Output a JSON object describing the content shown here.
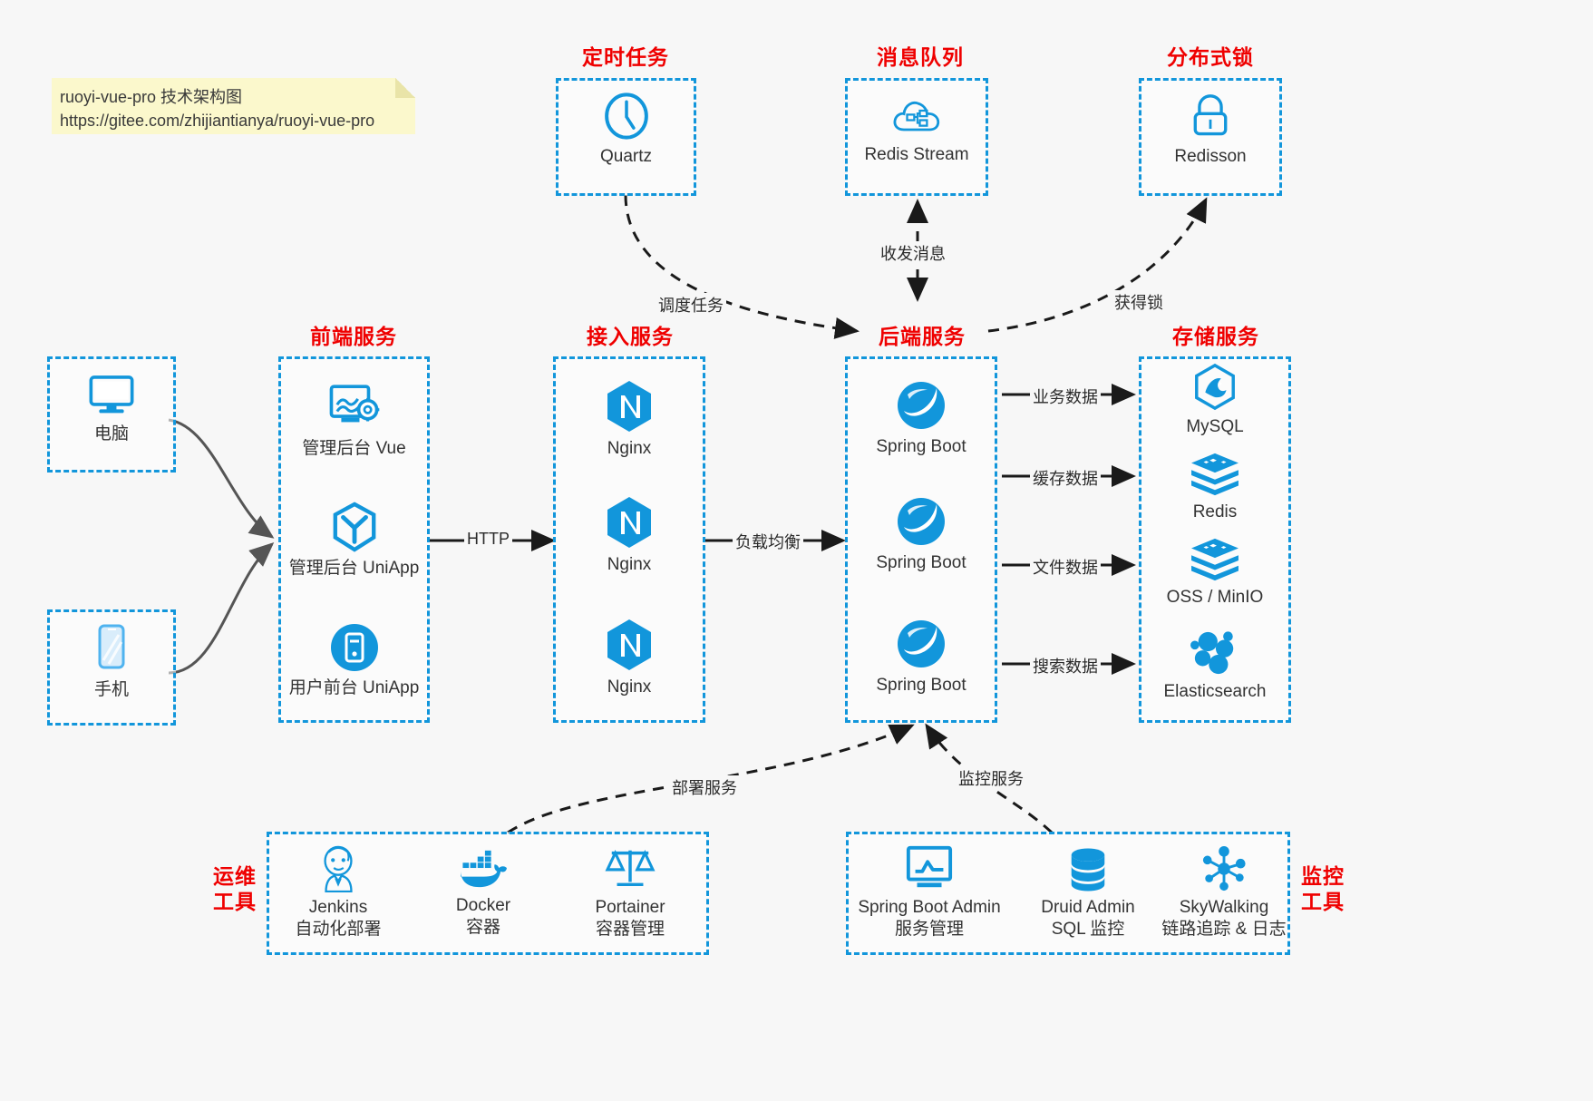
{
  "note": {
    "line1": "ruoyi-vue-pro 技术架构图",
    "line2": "https://gitee.com/zhijiantianya/ruoyi-vue-pro"
  },
  "colors": {
    "accent_blue": "#1296db",
    "title_red": "#ef0000",
    "background": "#f7f7f7",
    "note_yellow": "#fbf8cc",
    "arrow_gray": "#555555",
    "arrow_black": "#1a1a1a"
  },
  "groups": {
    "scheduled_task": {
      "title": "定时任务",
      "nodes": [
        {
          "label": "Quartz",
          "icon": "clock-icon"
        }
      ]
    },
    "message_queue": {
      "title": "消息队列",
      "nodes": [
        {
          "label": "Redis Stream",
          "icon": "cloud-queue-icon"
        }
      ]
    },
    "distributed_lock": {
      "title": "分布式锁",
      "nodes": [
        {
          "label": "Redisson",
          "icon": "lock-icon"
        }
      ]
    },
    "clients": {
      "nodes": [
        {
          "label": "电脑",
          "icon": "desktop-computer-icon"
        },
        {
          "label": "手机",
          "icon": "mobile-phone-icon"
        }
      ]
    },
    "frontend": {
      "title": "前端服务",
      "nodes": [
        {
          "label": "管理后台 Vue",
          "icon": "dashboard-gear-icon"
        },
        {
          "label": "管理后台 UniApp",
          "icon": "hexagon-cube-icon"
        },
        {
          "label": "用户前台 UniApp",
          "icon": "app-circle-icon"
        }
      ]
    },
    "gateway": {
      "title": "接入服务",
      "nodes": [
        {
          "label": "Nginx",
          "icon": "nginx-icon"
        },
        {
          "label": "Nginx",
          "icon": "nginx-icon"
        },
        {
          "label": "Nginx",
          "icon": "nginx-icon"
        }
      ]
    },
    "backend": {
      "title": "后端服务",
      "nodes": [
        {
          "label": "Spring Boot",
          "icon": "spring-boot-icon"
        },
        {
          "label": "Spring Boot",
          "icon": "spring-boot-icon"
        },
        {
          "label": "Spring Boot",
          "icon": "spring-boot-icon"
        }
      ]
    },
    "storage": {
      "title": "存储服务",
      "nodes": [
        {
          "label": "MySQL",
          "icon": "mysql-icon"
        },
        {
          "label": "Redis",
          "icon": "redis-icon"
        },
        {
          "label": "OSS / MinIO",
          "icon": "oss-minio-icon"
        },
        {
          "label": "Elasticsearch",
          "icon": "elasticsearch-icon"
        }
      ]
    },
    "devops": {
      "title_line1": "运维",
      "title_line2": "工具",
      "nodes": [
        {
          "label": "Jenkins",
          "sub": "自动化部署",
          "icon": "jenkins-icon"
        },
        {
          "label": "Docker",
          "sub": "容器",
          "icon": "docker-icon"
        },
        {
          "label": "Portainer",
          "sub": "容器管理",
          "icon": "scales-icon"
        }
      ]
    },
    "monitor": {
      "title_line1": "监控",
      "title_line2": "工具",
      "nodes": [
        {
          "label": "Spring Boot Admin",
          "sub": "服务管理",
          "icon": "monitor-chart-icon"
        },
        {
          "label": "Druid Admin",
          "sub": "SQL 监控",
          "icon": "database-icon"
        },
        {
          "label": "SkyWalking",
          "sub": "链路追踪 & 日志",
          "icon": "skywalking-icon"
        }
      ]
    }
  },
  "edges": [
    {
      "id": "http",
      "label": "HTTP"
    },
    {
      "id": "load-balance",
      "label": "负载均衡"
    },
    {
      "id": "schedule-task",
      "label": "调度任务"
    },
    {
      "id": "send-recv-msg",
      "label": "收发消息"
    },
    {
      "id": "acquire-lock",
      "label": "获得锁"
    },
    {
      "id": "business-data",
      "label": "业务数据"
    },
    {
      "id": "cache-data",
      "label": "缓存数据"
    },
    {
      "id": "file-data",
      "label": "文件数据"
    },
    {
      "id": "search-data",
      "label": "搜索数据"
    },
    {
      "id": "deploy-service",
      "label": "部署服务"
    },
    {
      "id": "monitor-service",
      "label": "监控服务"
    }
  ]
}
